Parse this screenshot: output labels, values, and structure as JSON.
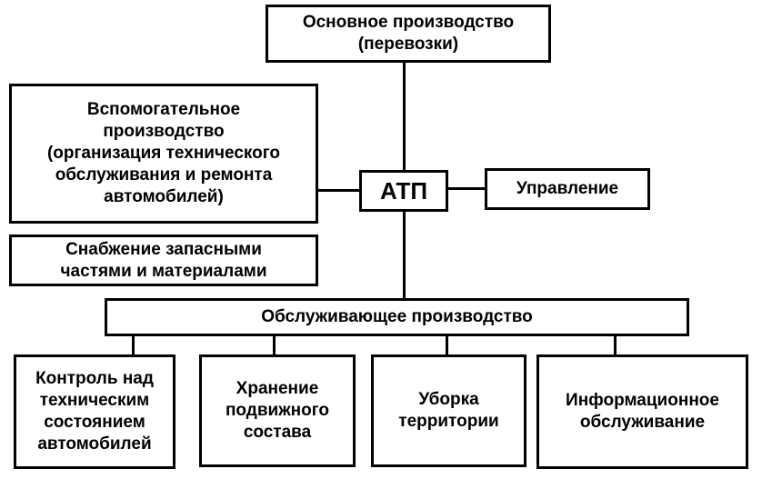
{
  "diagram": {
    "center": "АТП",
    "main_production": "Основное производство\n(перевозки)",
    "auxiliary_production": "Вспомогательное\nпроизводство\n(организация технического\nобслуживания и ремонта\nавтомобилей)",
    "management": "Управление",
    "supply": "Снабжение запасными\nчастями и материалами",
    "service_production": "Обслуживающее производство",
    "service_units": [
      "Контроль над\nтехническим\nсостоянием\nавтомобилей",
      "Хранение\nподвижного\nсостава",
      "Уборка\nтерритории",
      "Информационное\nобслуживание"
    ]
  }
}
